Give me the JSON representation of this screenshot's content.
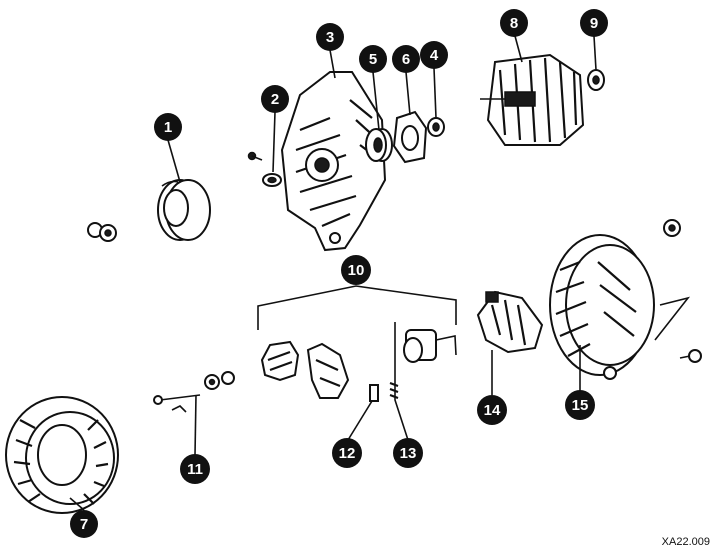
{
  "figure": {
    "reference_code": "XA22.009",
    "callouts": [
      {
        "number": "1"
      },
      {
        "number": "2"
      },
      {
        "number": "3"
      },
      {
        "number": "4"
      },
      {
        "number": "5"
      },
      {
        "number": "6"
      },
      {
        "number": "7"
      },
      {
        "number": "8"
      },
      {
        "number": "9"
      },
      {
        "number": "10"
      },
      {
        "number": "11"
      },
      {
        "number": "12"
      },
      {
        "number": "13"
      },
      {
        "number": "14"
      },
      {
        "number": "15"
      }
    ]
  }
}
